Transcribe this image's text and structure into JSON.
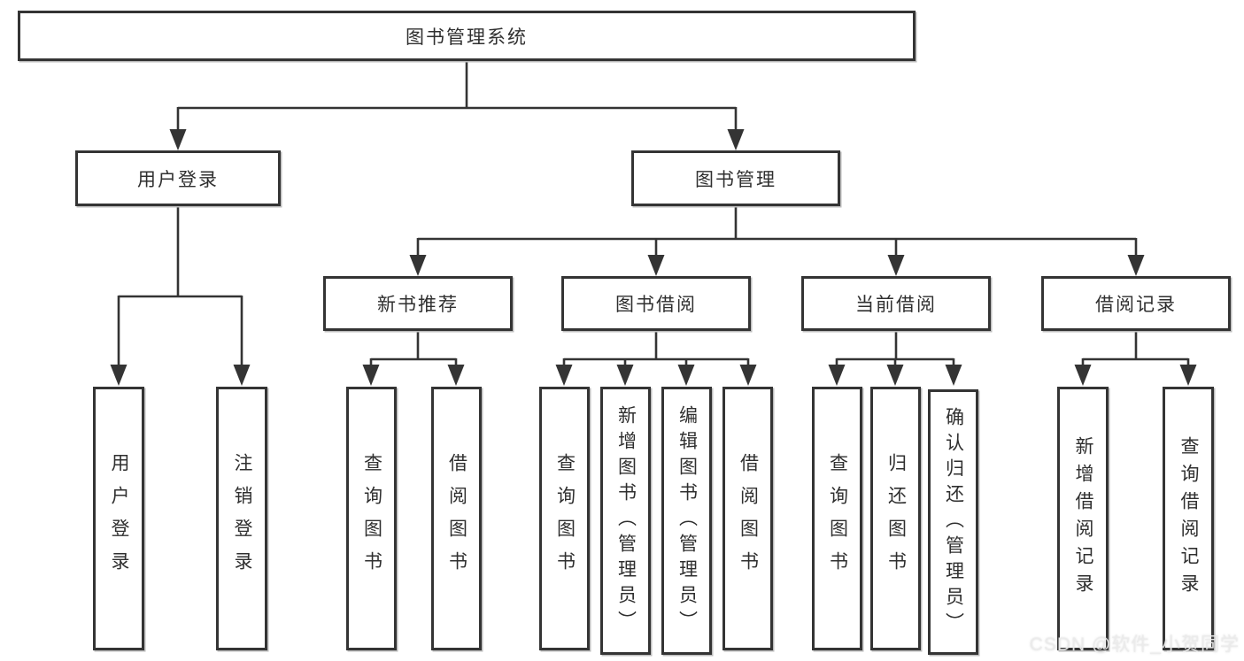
{
  "diagram_type": "hierarchy-functional-structure",
  "colors": {
    "background": "#ffffff",
    "line": "#343434",
    "box_border": "#343434",
    "box_fill": "#ffffff",
    "text": "#2f2f2f",
    "watermark": "#ebebeb"
  },
  "tree": {
    "label": "图书管理系统",
    "children": [
      {
        "label": "用户登录",
        "children": [
          {
            "label": "用户登录"
          },
          {
            "label": "注销登录"
          }
        ]
      },
      {
        "label": "图书管理",
        "children": [
          {
            "label": "新书推荐",
            "children": [
              {
                "label": "查询图书"
              },
              {
                "label": "借阅图书"
              }
            ]
          },
          {
            "label": "图书借阅",
            "children": [
              {
                "label": "查询图书"
              },
              {
                "label": "新增图书（管理员）"
              },
              {
                "label": "编辑图书（管理员）"
              },
              {
                "label": "借阅图书"
              }
            ]
          },
          {
            "label": "当前借阅",
            "children": [
              {
                "label": "查询图书"
              },
              {
                "label": "归还图书"
              },
              {
                "label": "确认归还（管理员）"
              }
            ]
          },
          {
            "label": "借阅记录",
            "children": [
              {
                "label": "新增借阅记录"
              },
              {
                "label": "查询借阅记录"
              }
            ]
          }
        ]
      }
    ]
  },
  "watermark": "CSDN @软件_小贺同学"
}
